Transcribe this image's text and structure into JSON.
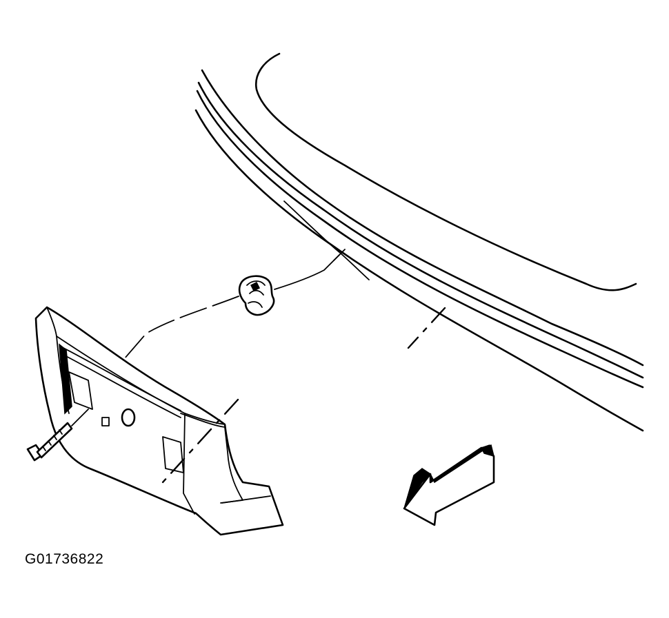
{
  "figure": {
    "id_label": "G01736822"
  },
  "icons": {
    "bumper": "front-bumper-fascia",
    "bracket": "license-plate-bracket",
    "screw": "screw-icon",
    "clip": "retainer-clip-icon",
    "arrow": "front-direction-arrow-icon"
  }
}
